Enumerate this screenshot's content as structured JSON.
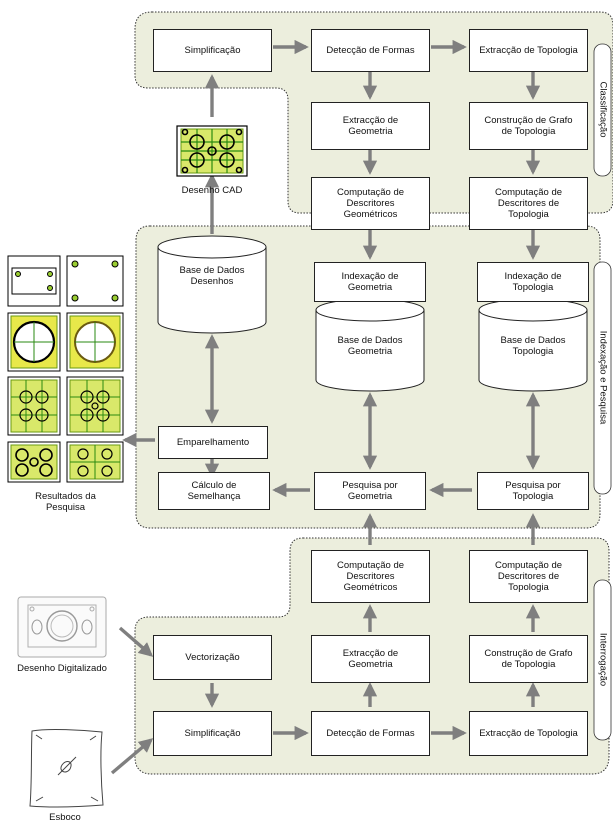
{
  "colors": {
    "region_fill": "#eceedd",
    "arrow": "#7f7f7f",
    "cad_green": "#9acd32",
    "cad_yellow": "#e8e84a"
  },
  "sections": {
    "classificacao": "Classificação",
    "indexacao": "Indexação e Pesquisa",
    "interrogacao": "Interrogação"
  },
  "top": {
    "simplificacao": "Simplificação",
    "deteccao": "Detecção de Formas",
    "extraccao_topologia": "Extracção de Topologia",
    "extraccao_geometria": "Extracção de\nGeometria",
    "grafo": "Construção de Grafo\nde Topologia",
    "desc_geo": "Computação de\nDescritores\nGeométricos",
    "desc_topo": "Computação de\nDescritores de\nTopologia"
  },
  "middle": {
    "idx_geo": "Indexação de\nGeometria",
    "idx_topo": "Indexação de\nTopologia",
    "db_desenhos": "Base de Dados\nDesenhos",
    "db_geometria": "Base de Dados\nGeometria",
    "db_topologia": "Base de Dados\nTopologia",
    "emparelhamento": "Emparelhamento",
    "semelhanca": "Cálculo de\nSemelhança",
    "pesq_geo": "Pesquisa por\nGeometria",
    "pesq_topo": "Pesquisa por\nTopologia"
  },
  "bottom": {
    "desc_geo": "Computação de\nDescritores\nGeométricos",
    "desc_topo": "Computação de\nDescritores de\nTopologia",
    "extraccao_geometria": "Extracção de\nGeometria",
    "grafo": "Construção de Grafo\nde Topologia",
    "vectorizacao": "Vectorização",
    "simplificacao": "Simplificação",
    "deteccao": "Detecção de Formas",
    "extraccao_topologia": "Extracção de Topologia"
  },
  "captions": {
    "cad": "Desenho CAD",
    "resultados": "Resultados da\nPesquisa",
    "digitalizado": "Desenho Digitalizado",
    "esboco": "Esboco"
  }
}
